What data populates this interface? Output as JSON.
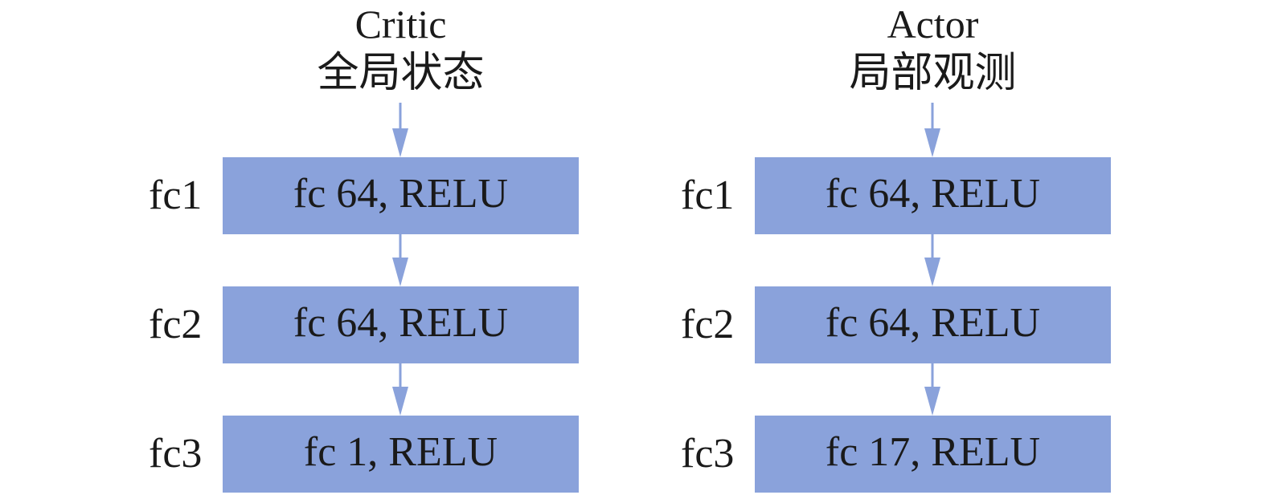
{
  "colors": {
    "box_fill": "#8aa2db",
    "arrow": "#8aa2db",
    "text": "#1a1a1a"
  },
  "columns": [
    {
      "title_en": "Critic",
      "title_zh": "全局状态",
      "layers": [
        {
          "label": "fc1",
          "text": "fc 64, RELU"
        },
        {
          "label": "fc2",
          "text": "fc 64, RELU"
        },
        {
          "label": "fc3",
          "text": "fc 1, RELU"
        }
      ]
    },
    {
      "title_en": "Actor",
      "title_zh": "局部观测",
      "layers": [
        {
          "label": "fc1",
          "text": "fc 64, RELU"
        },
        {
          "label": "fc2",
          "text": "fc 64, RELU"
        },
        {
          "label": "fc3",
          "text": "fc 17, RELU"
        }
      ]
    }
  ]
}
